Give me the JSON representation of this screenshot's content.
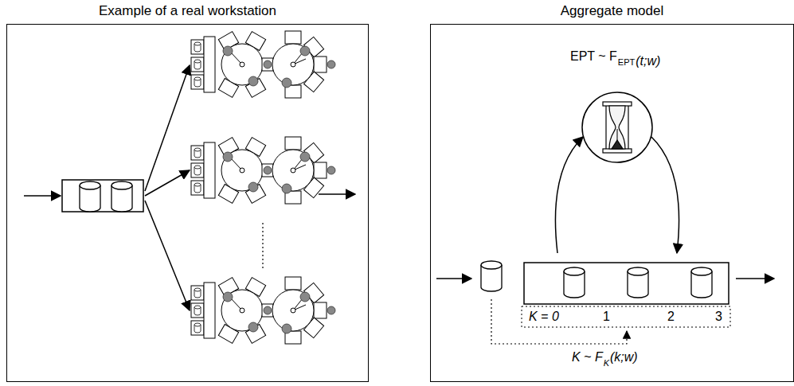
{
  "diagram": {
    "nodes": [
      {
        "text": [
          "Example of a real workstation"
        ]
      },
      {
        "text": [
          "Aggregate model"
        ]
      }
    ],
    "edges": [],
    "labels": [
      "EPT ~ F",
      "EPT",
      "(t;w)",
      "K = 0",
      "1",
      "2",
      "3",
      "K ~ F",
      "K",
      "(k;w)"
    ]
  }
}
